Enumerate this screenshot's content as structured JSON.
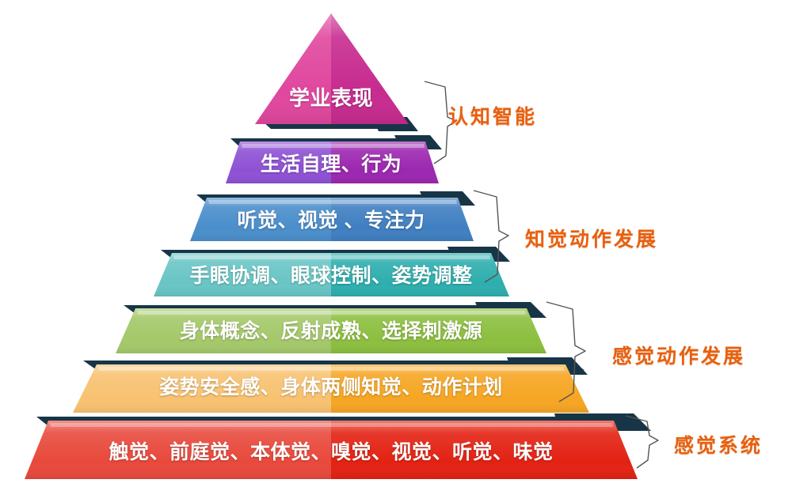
{
  "diagram": {
    "type": "pyramid",
    "title": "",
    "background_color": "#ffffff",
    "tiers": [
      {
        "id": "tier-7-apex",
        "level": 7,
        "text": "学业表现",
        "color_left": "#e0479e",
        "color_right": "#c72b8f",
        "text_color": "#ffffff"
      },
      {
        "id": "tier-6",
        "level": 6,
        "text": "生活自理、行为",
        "color_left": "#8e51d4",
        "color_right": "#9c27b0",
        "text_color": "#ffffff"
      },
      {
        "id": "tier-5",
        "level": 5,
        "text": "听觉、视觉 、专注力",
        "color_left": "#4a8ecb",
        "color_right": "#3f7fc1",
        "text_color": "#ffffff"
      },
      {
        "id": "tier-4",
        "level": 4,
        "text": "手眼协调、眼球控制、姿势调整",
        "color_left": "#69c5c5",
        "color_right": "#2eaeae",
        "text_color": "#ffffff"
      },
      {
        "id": "tier-3",
        "level": 3,
        "text": "身体概念、反射成熟、选择刺激源",
        "color_left": "#a4c86a",
        "color_right": "#8cbf3f",
        "text_color": "#ffffff"
      },
      {
        "id": "tier-2",
        "level": 2,
        "text": "姿势安全感、身体两侧知觉、动作计划",
        "color_left": "#f8c271",
        "color_right": "#f6a623",
        "text_color": "#ffffff"
      },
      {
        "id": "tier-1-base",
        "level": 1,
        "text": "触觉、前庭觉、本体觉、嗅觉、视觉、听觉、味觉",
        "color_left": "#e8493c",
        "color_right": "#e32213",
        "text_color": "#ffffff"
      }
    ],
    "shadow_color": "#173546",
    "groups": [
      {
        "id": "group-cognitive",
        "label": "认知智能",
        "color": "#e8600f",
        "covers_tiers": [
          "tier-7-apex",
          "tier-6"
        ]
      },
      {
        "id": "group-perceptual-motor",
        "label": "知觉动作发展",
        "color": "#e8600f",
        "covers_tiers": [
          "tier-5",
          "tier-4"
        ]
      },
      {
        "id": "group-sensorimotor",
        "label": "感觉动作发展",
        "color": "#e8600f",
        "covers_tiers": [
          "tier-3",
          "tier-2"
        ]
      },
      {
        "id": "group-sensory-system",
        "label": "感觉系统",
        "color": "#e8600f",
        "covers_tiers": [
          "tier-1-base"
        ]
      }
    ],
    "brace_color": "#4a4a4a"
  }
}
